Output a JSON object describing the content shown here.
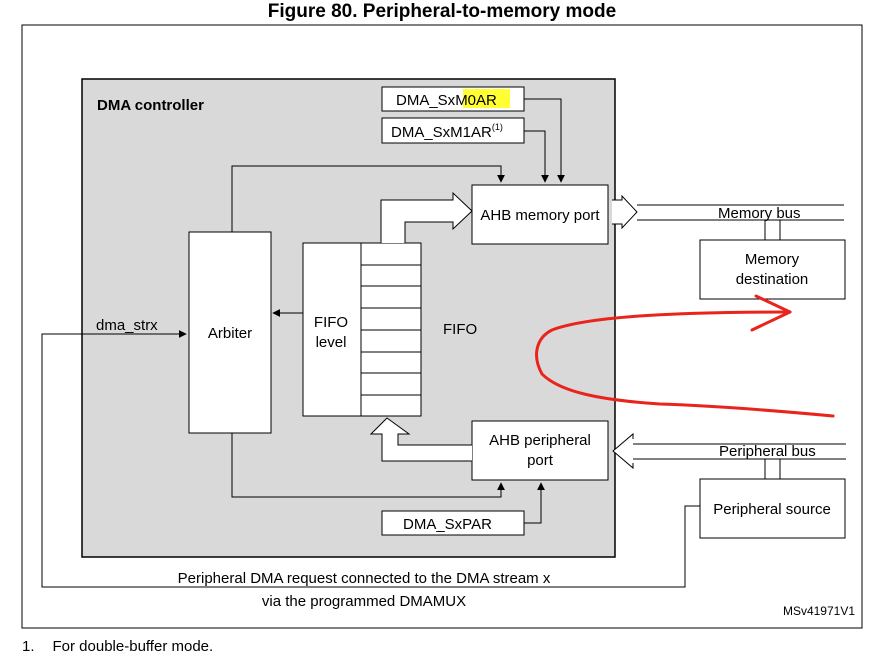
{
  "figure_title": "Figure 80. Peripheral-to-memory mode",
  "controller_label": "DMA controller",
  "registers": {
    "m0ar_prefix": "DMA_Sx",
    "m0ar_highlight": "M0AR",
    "m1ar": "DMA_SxM1AR",
    "m1ar_sup": "(1)",
    "par": "DMA_SxPAR"
  },
  "blocks": {
    "arbiter": "Arbiter",
    "fifo_level_1": "FIFO",
    "fifo_level_2": "level",
    "fifo": "FIFO",
    "ahb_memory_port": "AHB memory port",
    "ahb_peripheral_port_1": "AHB peripheral",
    "ahb_peripheral_port_2": "port",
    "memory_destination_1": "Memory",
    "memory_destination_2": "destination",
    "peripheral_source": "Peripheral source"
  },
  "signals": {
    "dma_strx": "dma_strx",
    "memory_bus": "Memory bus",
    "peripheral_bus": "Peripheral bus"
  },
  "request_note_1": "Peripheral DMA request connected to the DMA stream x",
  "request_note_2": "via the programmed DMAMUX",
  "figure_id": "MSv41971V1",
  "footnote": {
    "number": "1.",
    "text": "For double-buffer mode."
  },
  "colors": {
    "controller_fill": "#d9d9d9",
    "highlight": "#ffff33",
    "annotation": "#e8241c"
  }
}
